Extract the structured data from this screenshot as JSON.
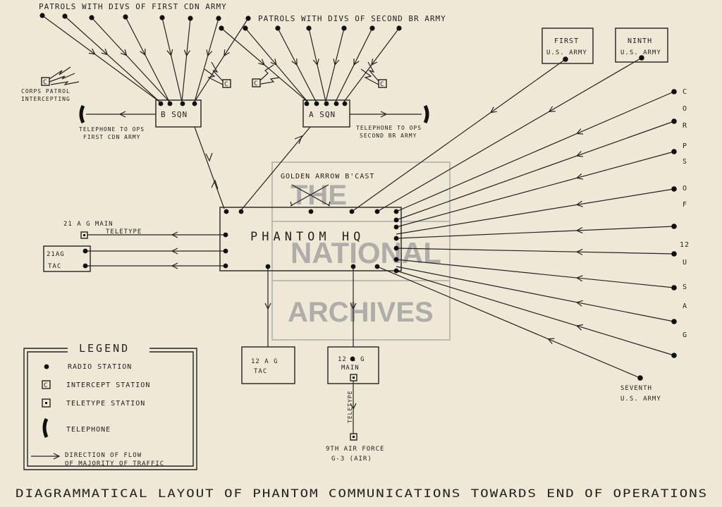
{
  "labels": {
    "patrols_first": "PATROLS WITH DIVS OF FIRST CDN ARMY",
    "patrols_second": "PATROLS WITH DIVS OF SECOND BR ARMY",
    "corps_patrol_1": "CORPS PATROL",
    "corps_patrol_2": "INTERCEPTING",
    "b_sqn": "B SQN",
    "a_sqn": "A SQN",
    "tel_first_1": "TELEPHONE TO OPS",
    "tel_first_2": "FIRST CDN ARMY",
    "tel_second_1": "TELEPHONE TO OPS",
    "tel_second_2": "SECOND BR ARMY",
    "first_army_1": "FIRST",
    "first_army_2": "U.S. ARMY",
    "ninth_army_1": "NINTH",
    "ninth_army_2": "U.S. ARMY",
    "golden_arrow": "GOLDEN ARROW B'CAST",
    "phantom_hq": "PHANTOM HQ",
    "ag21_main_1": "21 A G MAIN",
    "ag21_main_2": "TELETYPE",
    "ag21_tac_1": "21AG",
    "ag21_tac_2": "TAC",
    "ag12_tac_1": "12 A G",
    "ag12_tac_2": "TAC",
    "ag12_main_1": "12 A G",
    "ag12_main_2": "MAIN",
    "teletype_vertical": "TELETYPE",
    "air_force_1": "9TH AIR FORCE",
    "air_force_2": "G-3 (AIR)",
    "seventh_1": "SEVENTH",
    "seventh_2": "U.S. ARMY",
    "corps_letters": [
      "C",
      "O",
      "R",
      "P",
      "S",
      "O",
      "F",
      "12",
      "U",
      "S",
      "A",
      "G"
    ],
    "intercept_c": "C",
    "title": "DIAGRAMMATICAL LAYOUT OF PHANTOM COMMUNICATIONS TOWARDS END OF OPERATIONS"
  },
  "legend": {
    "title": "LEGEND",
    "radio": "RADIO STATION",
    "intercept": "INTERCEPT STATION",
    "teletype": "TELETYPE STATION",
    "telephone": "TELEPHONE",
    "direction_1": "DIRECTION OF FLOW",
    "direction_2": "OF MAJORITY OF TRAFFIC",
    "intercept_c": "C"
  },
  "watermark": {
    "line1": "THE",
    "line2": "NATIONAL",
    "line3": "ARCHIVES"
  }
}
